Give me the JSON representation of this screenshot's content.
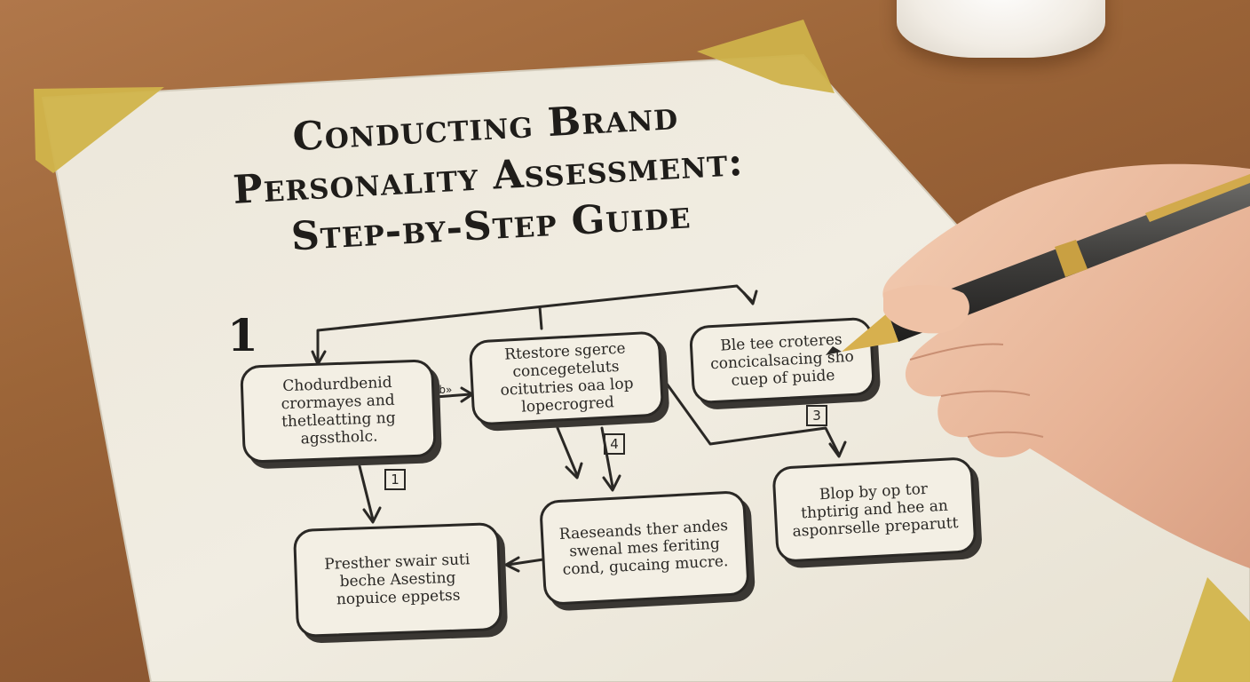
{
  "title": {
    "line1": "Conducting Brand",
    "line2": "Personality Assessment:",
    "line3": "Step-by-Step Guide"
  },
  "step_number": "1",
  "nodes": [
    {
      "id": "a",
      "text": "Chodurdbenid crormayes and thetleatting ng agsstholc."
    },
    {
      "id": "b",
      "text": "Rtestore sgerce concegeteluts ocitutries oaa lop lopecrogred"
    },
    {
      "id": "c",
      "text": "Ble tee croteres concicalsacing sho cuep of puide"
    },
    {
      "id": "d",
      "text": "Blop by op tor thptirig and hee an asponrselle preparutt"
    },
    {
      "id": "e",
      "text": "Raeseands ther andes swenal mes feriting cond, gucaing mucre."
    },
    {
      "id": "f",
      "text": "Presther swair suti beche Asesting nopuice eppetss"
    }
  ],
  "tags": {
    "t1": "1",
    "t3": "3",
    "t4": "4"
  },
  "connector_label": "«b»",
  "colors": {
    "paper": "#efeade",
    "ink": "#2a2825",
    "tape": "#d2b54a",
    "desk": "#9c6538"
  },
  "icons": [
    "pen-icon",
    "hand-icon",
    "coffee-cup-icon",
    "tape-corner-icon"
  ]
}
